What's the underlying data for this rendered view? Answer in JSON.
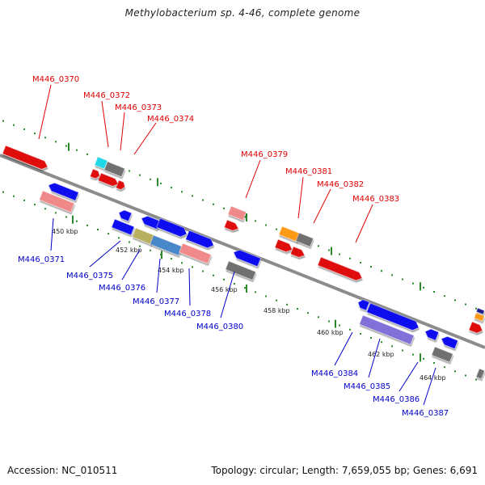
{
  "title": "Methylobacterium sp. 4-46, complete genome",
  "footer": {
    "accession": "Accession: NC_010511",
    "topology": "Topology: circular; Length: 7,659,055 bp; Genes: 6,691"
  },
  "colors": {
    "backbone": "#8c8c8c",
    "tick": "#2a8a2a",
    "top_label": "#e00000",
    "bottom_label": "#0000c8"
  },
  "scale_labels": [
    "450 kbp",
    "452 kbp",
    "454 kbp",
    "456 kbp",
    "458 kbp",
    "460 kbp",
    "462 kbp",
    "464 kbp"
  ],
  "top_genes": [
    "M446_0370",
    "M446_0372",
    "M446_0373",
    "M446_0374",
    "M446_0379",
    "M446_0381",
    "M446_0382",
    "M446_0383"
  ],
  "bottom_genes": [
    "M446_0371",
    "M446_0375",
    "M446_0376",
    "M446_0377",
    "M446_0378",
    "M446_0380",
    "M446_0384",
    "M446_0385",
    "M446_0386",
    "M446_0387"
  ]
}
